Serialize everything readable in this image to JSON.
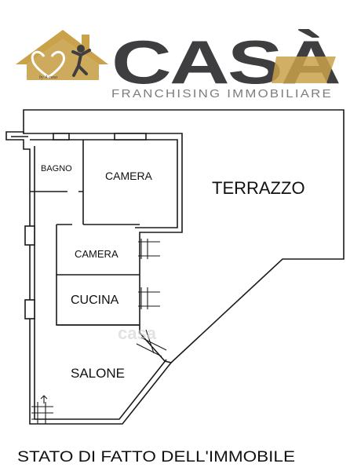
{
  "brand": {
    "name": "CASÀ",
    "tagline": "FRANCHISING IMMOBILIARE",
    "logo_script": "by A casa",
    "watermark": "casa",
    "colors": {
      "dark": "#3e3e40",
      "gold": "#c9a24a",
      "gray_text": "#7d7d7d"
    }
  },
  "plan": {
    "rooms": {
      "bagno": "BAGNO",
      "camera_1": "CAMERA",
      "camera_2": "CAMERA",
      "cucina": "CUCINA",
      "salone": "SALONE",
      "terrazzo": "TERRAZZO"
    },
    "caption": "STATO DI FATTO DELL'IMMOBILE"
  }
}
